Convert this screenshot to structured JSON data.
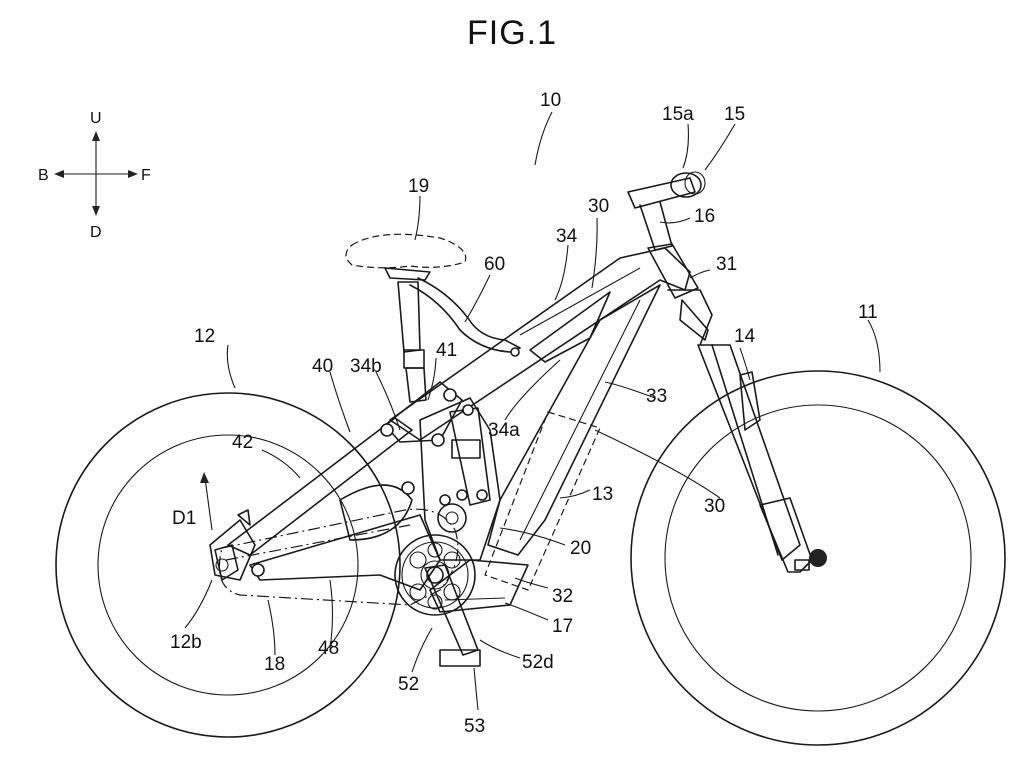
{
  "figure": {
    "title": "FIG.1"
  },
  "directions": {
    "up": "U",
    "down": "D",
    "back": "B",
    "forward": "F"
  },
  "labels": {
    "bicycle": "10",
    "front_wheel": "11",
    "rear_wheel": "12",
    "rear_axle": "12b",
    "battery": "13",
    "fork": "14",
    "handlebar": "15",
    "grip": "15a",
    "stem": "16",
    "crank_cover": "17",
    "chain": "18",
    "saddle": "19",
    "drive_unit": "20",
    "frame_main": "30",
    "frame_down": "30",
    "head_tube": "31",
    "bottom_part": "32",
    "down_tube": "33",
    "top_tube": "34",
    "top_tube_lower": "34a",
    "top_tube_rear": "34b",
    "swing_arm": "40",
    "rocker": "41",
    "seat_stay": "42",
    "chain_stay": "48",
    "crank_arm": "52",
    "crank_end": "52d",
    "pedal": "53",
    "component": "60",
    "direction_arrow": "D1"
  }
}
